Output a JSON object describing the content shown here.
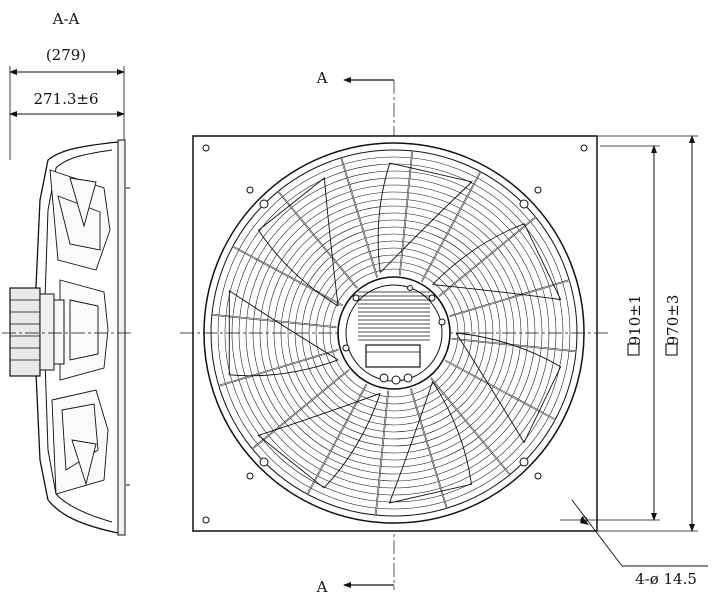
{
  "side_view": {
    "section_label": "A-A",
    "overall_depth": "(279)",
    "depth_tolerance": "271.3±6"
  },
  "front_view": {
    "section_marker_top": "A",
    "section_marker_bottom": "A",
    "inner_dimension": "910±1",
    "outer_dimension": "970±3",
    "mounting_holes": "4-ø 14.5"
  },
  "colors": {
    "line": "#111111",
    "background": "#ffffff"
  }
}
